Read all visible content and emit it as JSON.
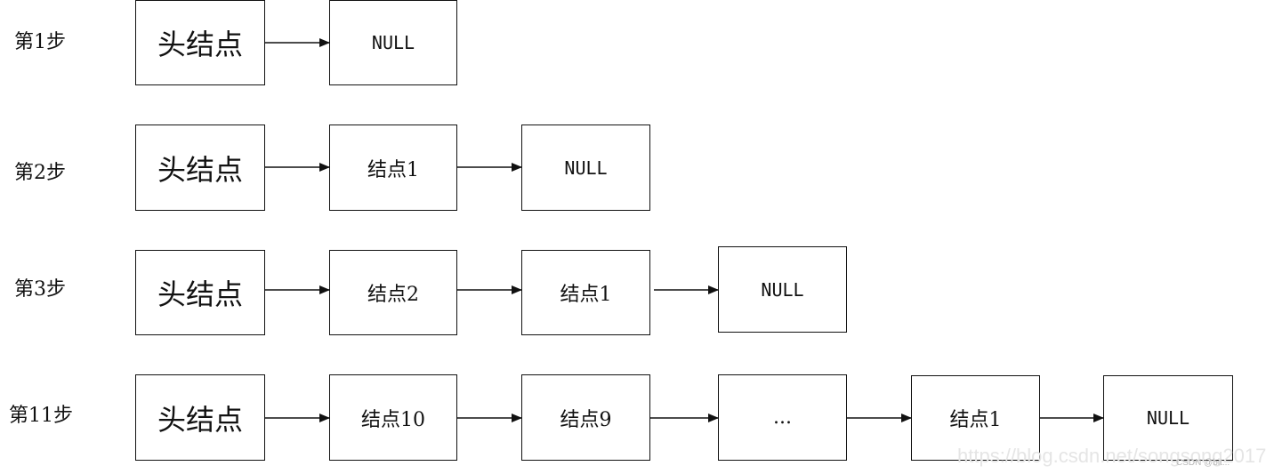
{
  "steps": [
    {
      "label": "第1步",
      "nodes": [
        "头结点",
        "NULL"
      ]
    },
    {
      "label": "第2步",
      "nodes": [
        "头结点",
        "结点1",
        "NULL"
      ]
    },
    {
      "label": "第3步",
      "nodes": [
        "头结点",
        "结点2",
        "结点1",
        "NULL"
      ]
    },
    {
      "label": "第11步",
      "nodes": [
        "头结点",
        "结点10",
        "结点9",
        "...",
        "结点1",
        "NULL"
      ]
    }
  ],
  "watermark": "https://blog.csdn.net/songsong2017",
  "watermark_badge": "CSDN @bit..."
}
